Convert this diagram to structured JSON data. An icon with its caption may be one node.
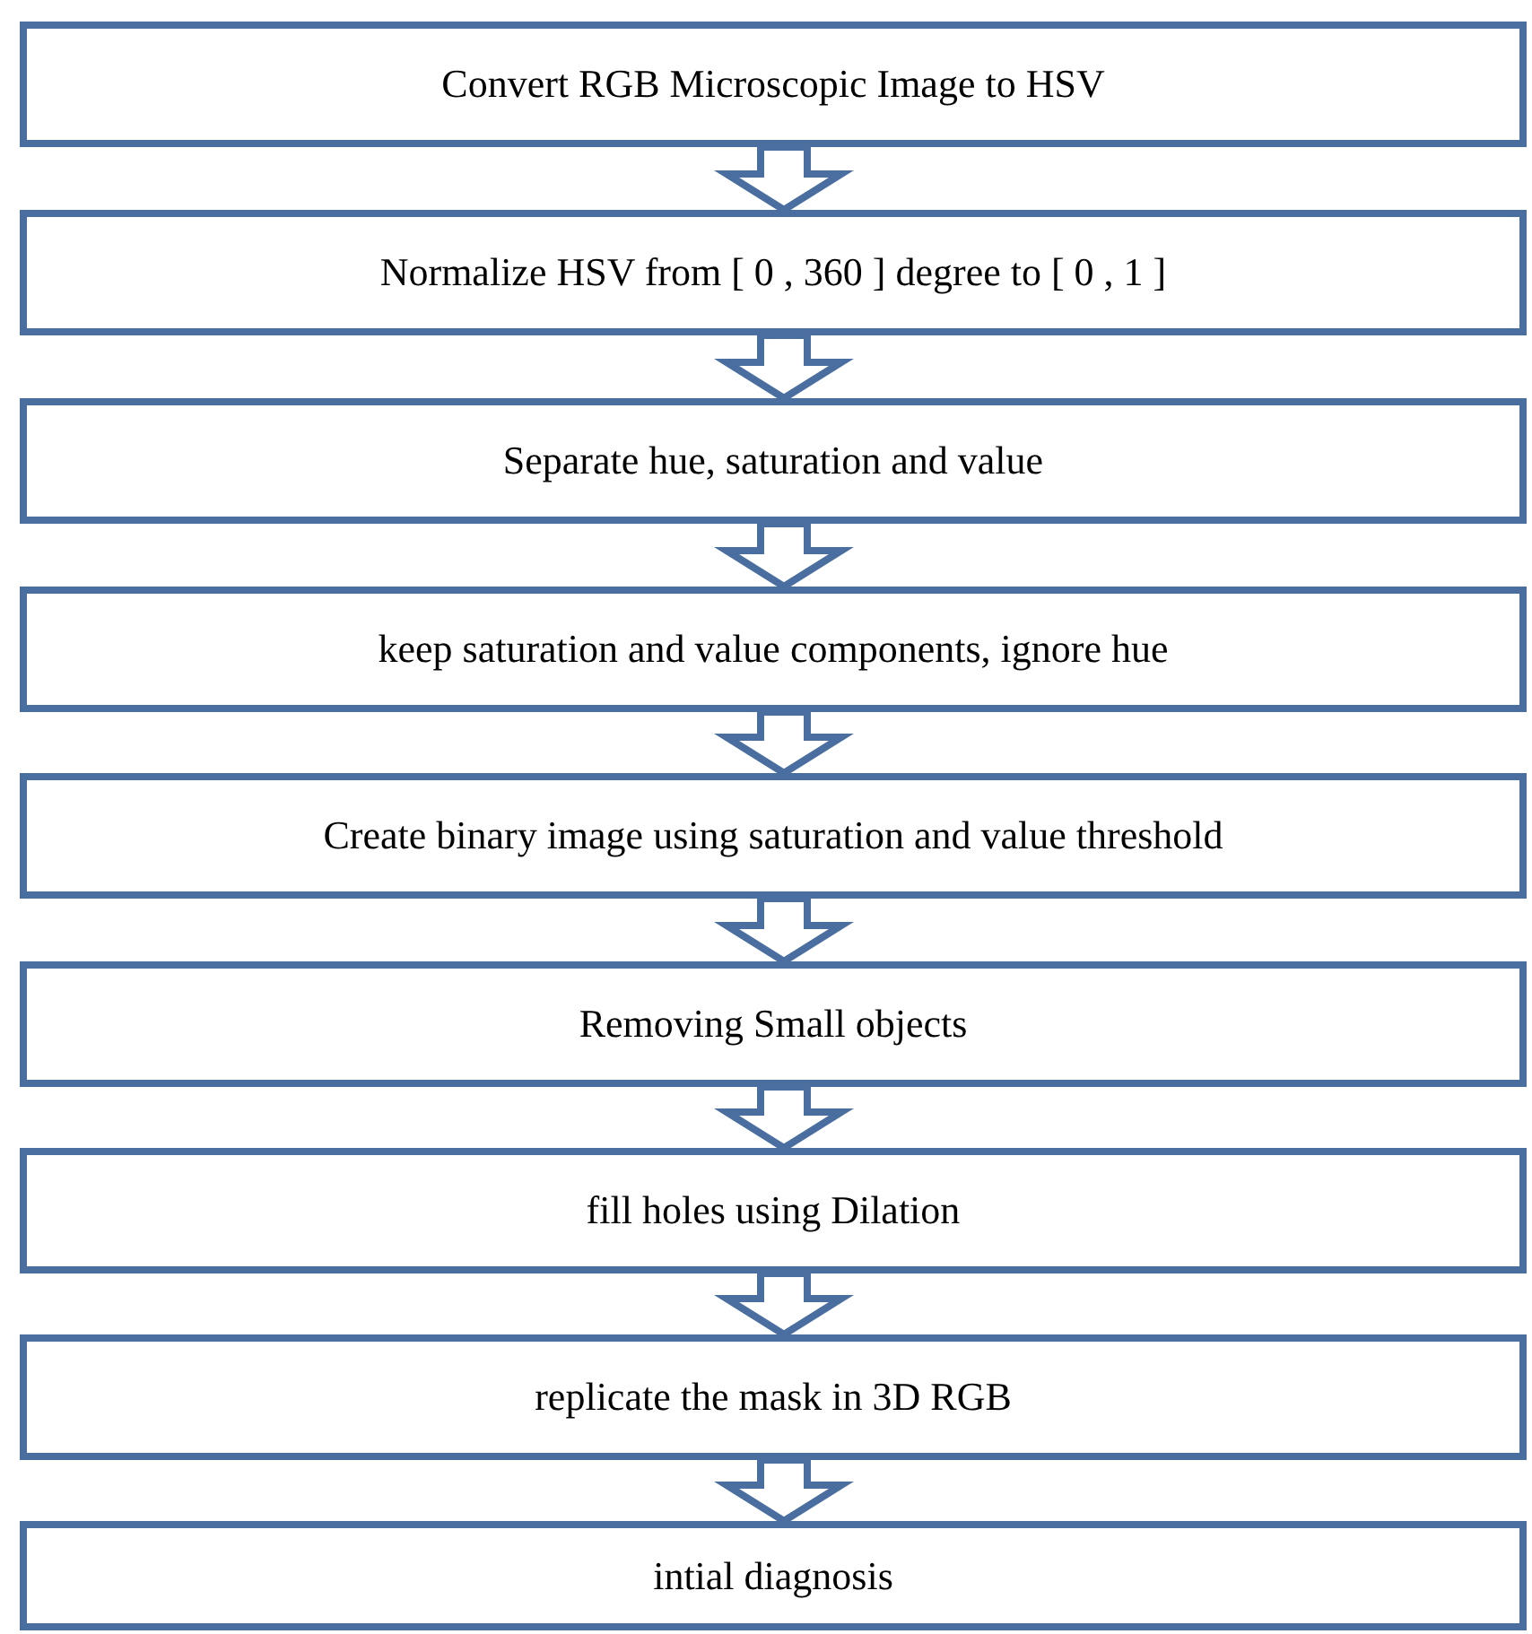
{
  "diagram": {
    "nodes": [
      {
        "text": [
          "Convert RGB Microscopic Image to HSV"
        ]
      },
      {
        "text": [
          "Normalize HSV from [ 0 , 360 ] degree to [ 0 , 1 ]"
        ]
      },
      {
        "text": [
          "Separate hue, saturation and value"
        ]
      },
      {
        "text": [
          "keep saturation and value components, ignore hue"
        ]
      },
      {
        "text": [
          "Create binary image using saturation and value threshold"
        ]
      },
      {
        "text": [
          "Removing Small objects"
        ]
      },
      {
        "text": [
          "fill holes using Dilation"
        ]
      },
      {
        "text": [
          "replicate the mask in 3D RGB"
        ]
      },
      {
        "text": [
          "intial diagnosis"
        ]
      }
    ],
    "edges": [
      {
        "from": 0,
        "to": 1,
        "arrow": "to"
      },
      {
        "from": 1,
        "to": 2,
        "arrow": "to"
      },
      {
        "from": 2,
        "to": 3,
        "arrow": "to"
      },
      {
        "from": 3,
        "to": 4,
        "arrow": "to"
      },
      {
        "from": 4,
        "to": 5,
        "arrow": "to"
      },
      {
        "from": 5,
        "to": 6,
        "arrow": "to"
      },
      {
        "from": 6,
        "to": 7,
        "arrow": "to"
      },
      {
        "from": 7,
        "to": 8,
        "arrow": "to"
      }
    ]
  }
}
